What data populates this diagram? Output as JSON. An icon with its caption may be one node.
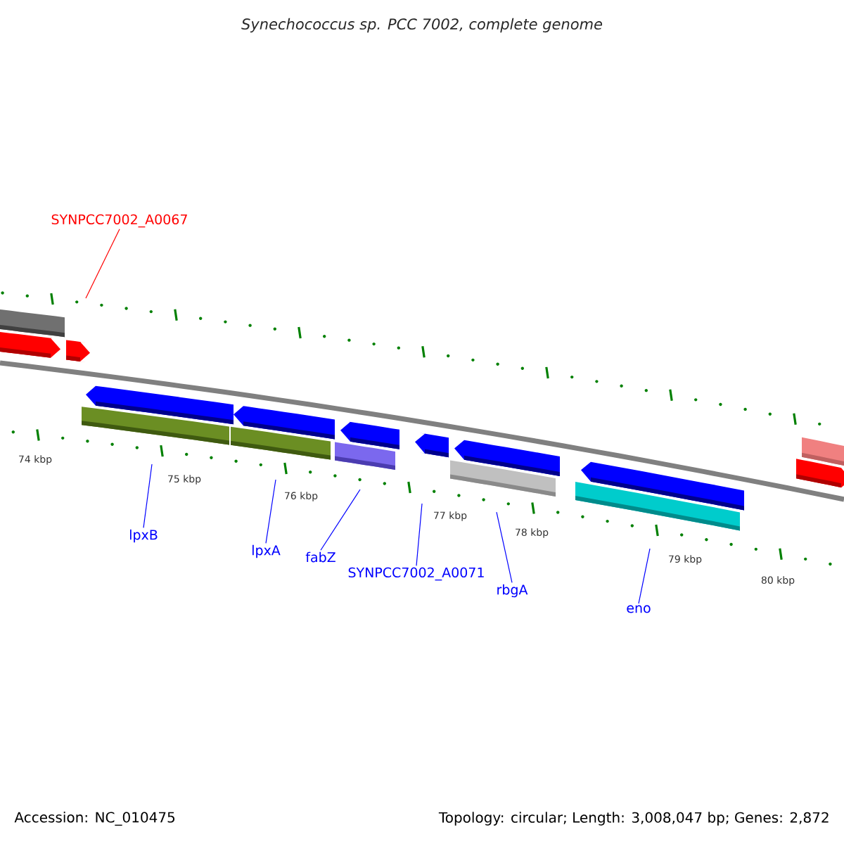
{
  "diagram": {
    "title": "Synechococcus sp. PCC 7002, complete genome",
    "nodes": [
      {
        "text": [
          "SYNPCC7002_A0067"
        ]
      },
      {
        "text": [
          "lpxB"
        ]
      },
      {
        "text": [
          "lpxA"
        ]
      },
      {
        "text": [
          "fabZ"
        ]
      },
      {
        "text": [
          "SYNPCC7002_A0071"
        ]
      },
      {
        "text": [
          "rbgA"
        ]
      },
      {
        "text": [
          "eno"
        ]
      }
    ],
    "edges": [
      {
        "from": 0,
        "to": null,
        "arrow": "none",
        "color": "#ff0000"
      },
      {
        "from": 1,
        "to": null,
        "arrow": "none"
      },
      {
        "from": 2,
        "to": null,
        "arrow": "none"
      },
      {
        "from": 3,
        "to": null,
        "arrow": "none"
      },
      {
        "from": 4,
        "to": null,
        "arrow": "none"
      },
      {
        "from": 5,
        "to": null,
        "arrow": "none"
      },
      {
        "from": 6,
        "to": null,
        "arrow": "none"
      }
    ],
    "labels": [
      "74 kbp",
      "75 kbp",
      "76 kbp",
      "77 kbp",
      "78 kbp",
      "79 kbp",
      "80 kbp",
      "Accession: NC_010475",
      "Topology: circular; Length: 3,008,047 bp; Genes: 2,872"
    ]
  }
}
